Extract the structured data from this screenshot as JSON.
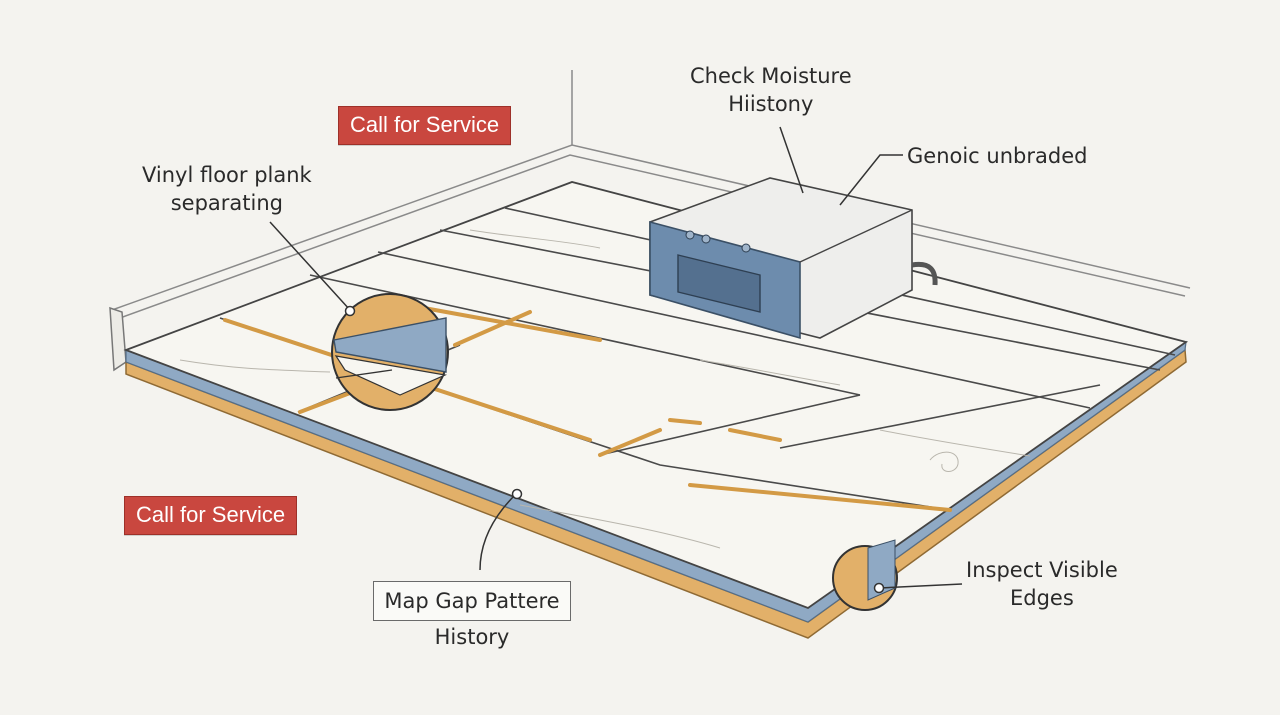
{
  "labels": {
    "moisture": [
      "Check Moisture",
      "Hiistony"
    ],
    "genoic": "Genoic  unbraded",
    "vinyl": [
      "Vinyl floor plank",
      "separating"
    ],
    "inspect": [
      "Inspect Visible",
      "Edges"
    ],
    "map_box": "Map Gap Pattere",
    "map_sub": "History"
  },
  "buttons": {
    "service_top": "Call for Service",
    "service_bottom": "Call for Service"
  },
  "colors": {
    "background": "#f4f3ef",
    "button": "#c9473f",
    "plank_edge_blue": "#8fa9c4",
    "subfloor_orange": "#e2b069",
    "device_blue": "#6d8cad"
  }
}
